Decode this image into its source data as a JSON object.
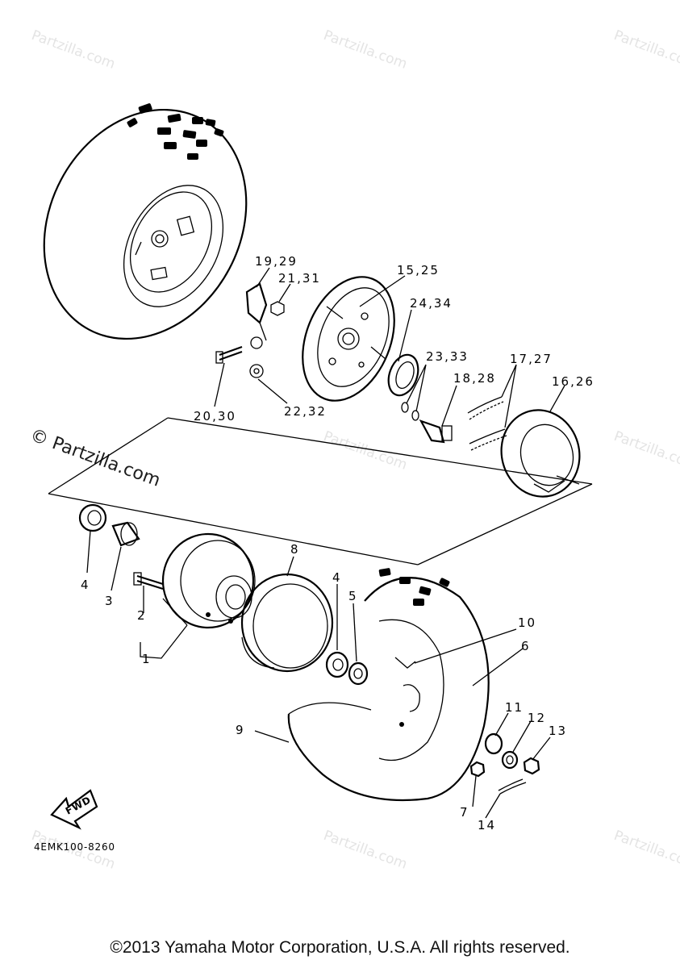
{
  "watermark": "Partzilla.com",
  "watermark_prominent": "© Partzilla.com",
  "diagram_code": "4EMK100-8260",
  "fwd_label": "FWD",
  "copyright": "©2013 Yamaha Motor Corporation, U.S.A. All rights reserved.",
  "callouts": {
    "c19_29": "19,29",
    "c21_31": "21,31",
    "c15_25": "15,25",
    "c24_34": "24,34",
    "c23_33": "23,33",
    "c17_27": "17,27",
    "c18_28": "18,28",
    "c16_26": "16,26",
    "c20_30": "20,30",
    "c22_32": "22,32",
    "c4a": "4",
    "c3": "3",
    "c2": "2",
    "c1": "1",
    "c8": "8",
    "c4b": "4",
    "c5": "5",
    "c10": "10",
    "c6": "6",
    "c9": "9",
    "c11": "11",
    "c12": "12",
    "c13": "13",
    "c7": "7",
    "c14": "14"
  }
}
